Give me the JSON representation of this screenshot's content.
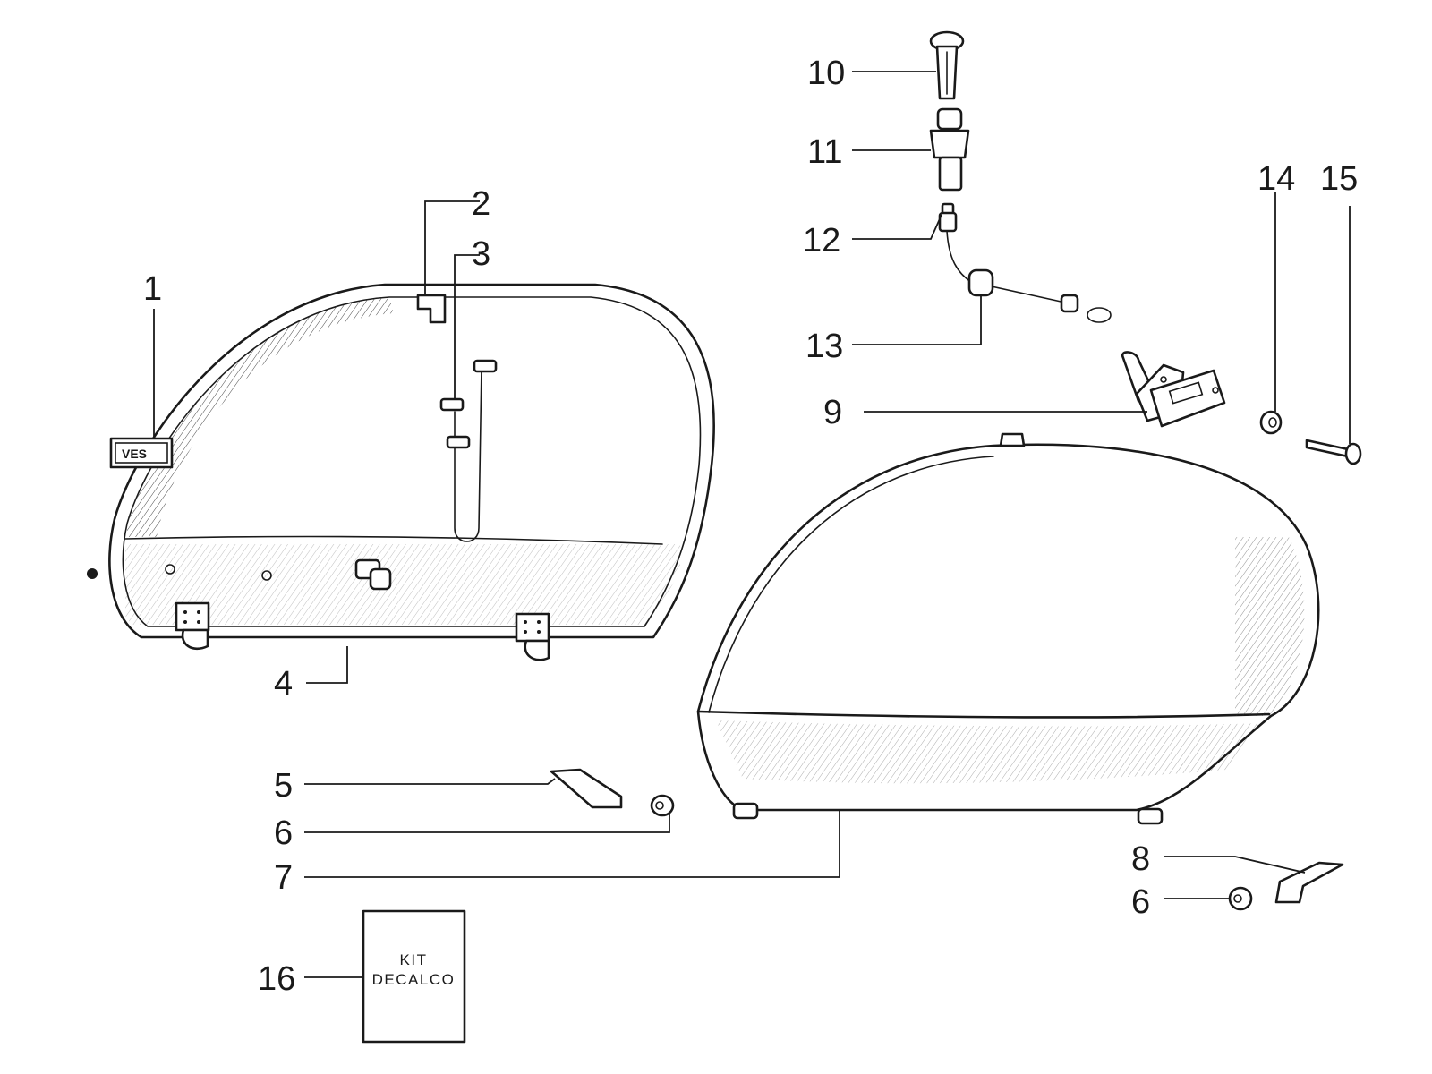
{
  "callouts": {
    "c1": "1",
    "c2": "2",
    "c3": "3",
    "c4": "4",
    "c5": "5",
    "c6a": "6",
    "c6b": "6",
    "c7": "7",
    "c8": "8",
    "c9": "9",
    "c10": "10",
    "c11": "11",
    "c12": "12",
    "c13": "13",
    "c14": "14",
    "c15": "15",
    "c16": "16"
  },
  "emblem": {
    "text": "VES"
  },
  "kit_box": {
    "line1": "KIT",
    "line2": "DECALCO"
  },
  "colors": {
    "ink": "#1a1a1a",
    "paper": "#ffffff"
  }
}
